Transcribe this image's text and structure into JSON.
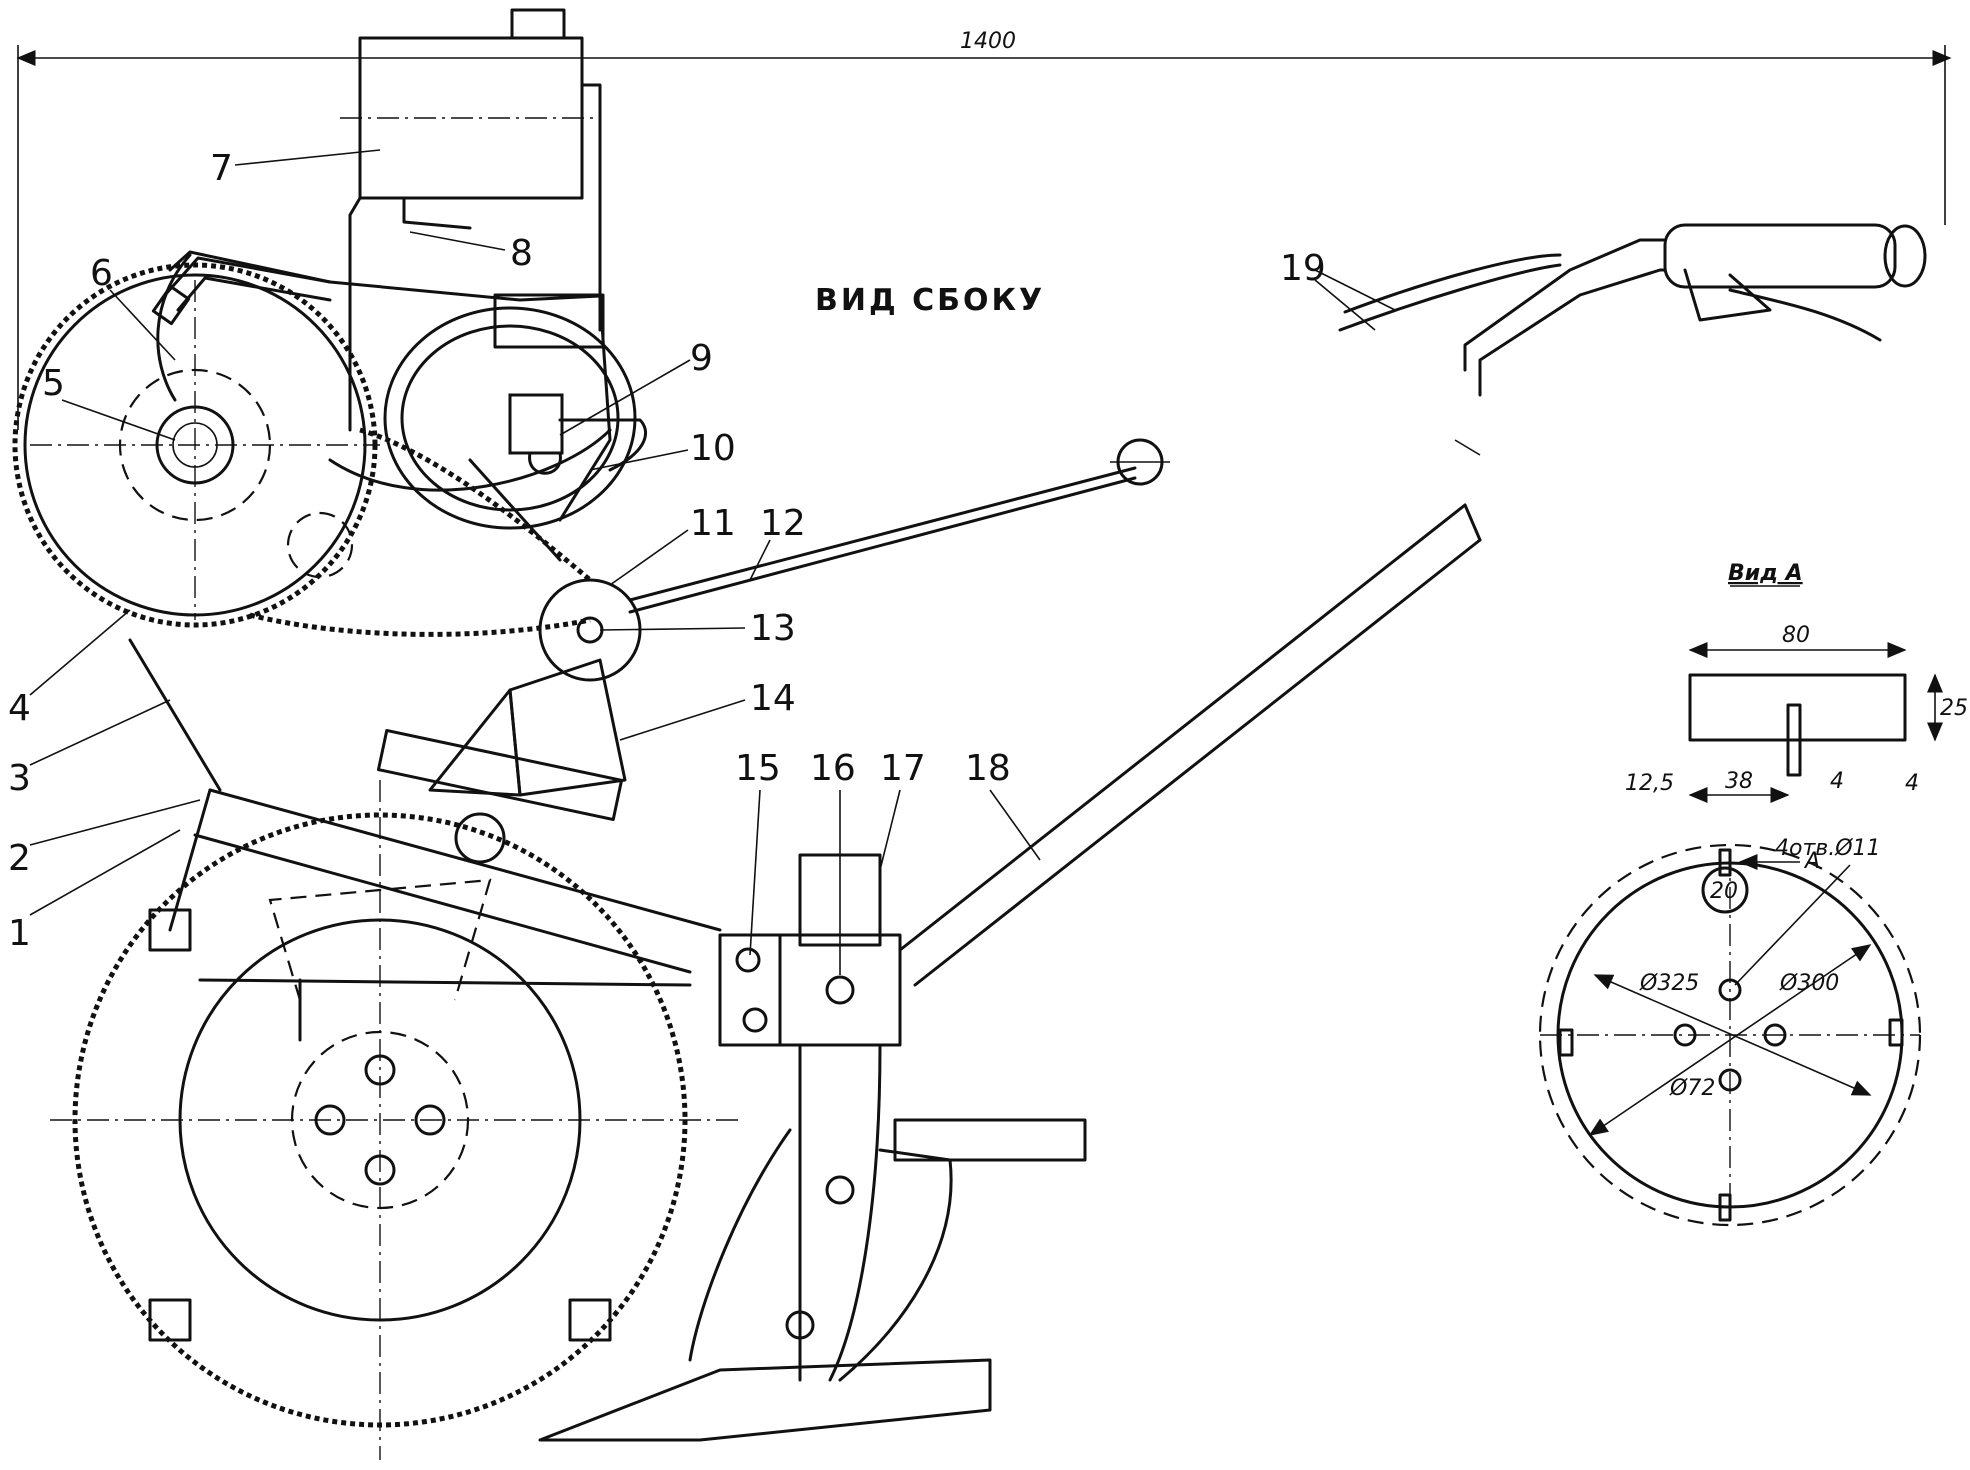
{
  "view_title": "ВИД СБОКУ",
  "overall_length": "1400",
  "callouts": [
    "1",
    "2",
    "3",
    "4",
    "5",
    "6",
    "7",
    "8",
    "9",
    "10",
    "11",
    "12",
    "13",
    "14",
    "15",
    "16",
    "17",
    "18",
    "19"
  ],
  "detail": {
    "number": "20",
    "view_label": "Вид А",
    "arrow_label": "А",
    "holes_note": "4отв.Ø11",
    "diameters": [
      "Ø325",
      "Ø300",
      "Ø72"
    ],
    "tine_dims": {
      "width": "80",
      "height": "25",
      "offset": "12,5",
      "pos": "38",
      "rib": "4",
      "thick": "4"
    }
  }
}
